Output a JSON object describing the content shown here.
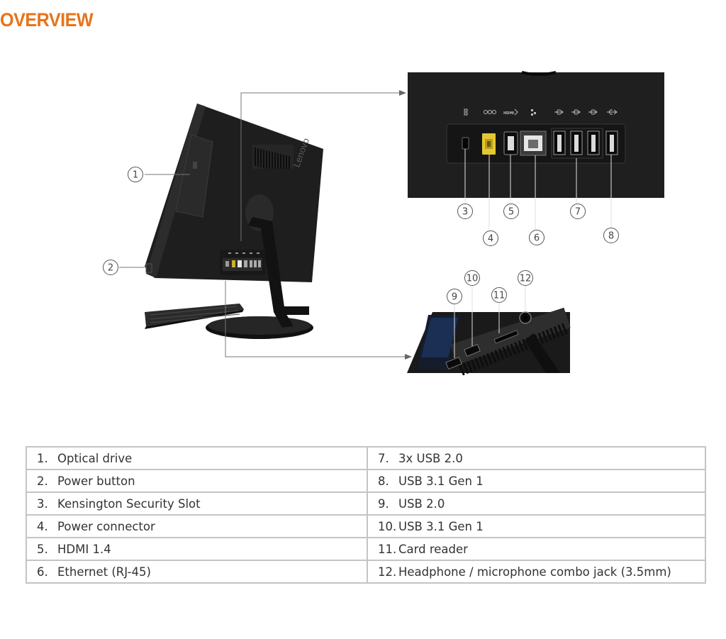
{
  "title": "OVERVIEW",
  "colors": {
    "title": "#e8731a",
    "border": "#c4c4c4",
    "text": "#333333",
    "device": "#1e1e1e"
  },
  "brand_label": "Lenovo",
  "port_icons": [
    "lock-icon",
    "power-connector-icon",
    "hdmi-icon",
    "ethernet-icon",
    "usb-icon",
    "usb-icon",
    "usb-icon",
    "usb-3-icon"
  ],
  "port_icon_labels": {
    "hdmi": "HDMI"
  },
  "callouts": [
    "1",
    "2",
    "3",
    "4",
    "5",
    "6",
    "7",
    "8",
    "9",
    "10",
    "11",
    "12"
  ],
  "specs": {
    "left": [
      {
        "num": "1.",
        "label": "Optical drive"
      },
      {
        "num": "2.",
        "label": "Power button"
      },
      {
        "num": "3.",
        "label": "Kensington Security Slot"
      },
      {
        "num": "4.",
        "label": "Power connector"
      },
      {
        "num": "5.",
        "label": "HDMI 1.4"
      },
      {
        "num": "6.",
        "label": "Ethernet (RJ-45)"
      }
    ],
    "right": [
      {
        "num": "7.",
        "label": "3x USB 2.0"
      },
      {
        "num": "8.",
        "label": "USB 3.1 Gen 1"
      },
      {
        "num": "9.",
        "label": "USB 2.0"
      },
      {
        "num": "10.",
        "label": "USB 3.1 Gen 1"
      },
      {
        "num": "11.",
        "label": "Card reader"
      },
      {
        "num": "12.",
        "label": "Headphone / microphone combo jack (3.5mm)"
      }
    ]
  }
}
